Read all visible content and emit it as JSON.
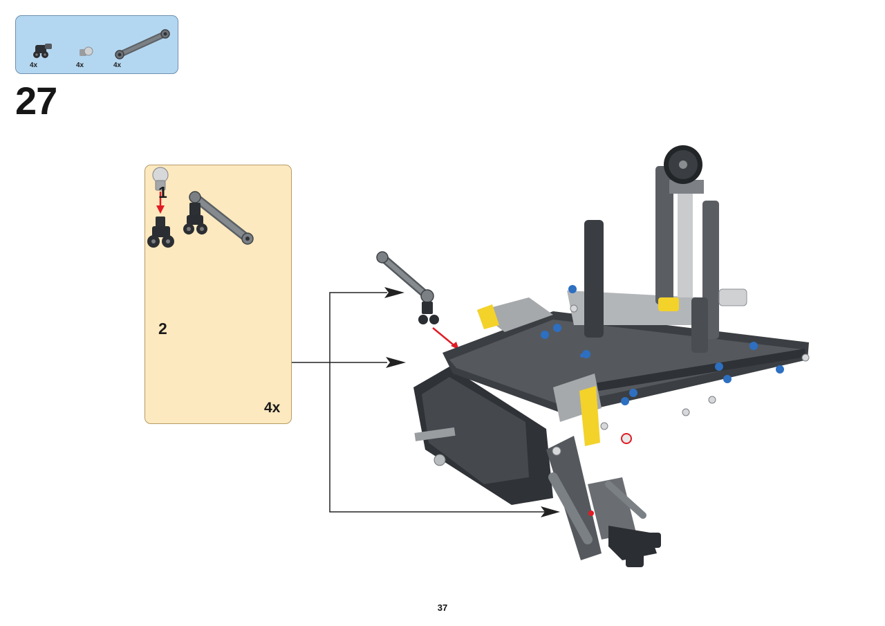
{
  "parts_list": {
    "items": [
      {
        "icon": "connector-hub-icon",
        "qty": "4x"
      },
      {
        "icon": "axle-pin-icon",
        "qty": "4x"
      },
      {
        "icon": "link-beam-icon",
        "qty": "4x"
      }
    ]
  },
  "step": {
    "number": "27"
  },
  "sub_assembly": {
    "steps": [
      {
        "number": "1",
        "icon": "pin-into-connector-icon"
      },
      {
        "number": "2",
        "icon": "link-with-connector-icon"
      }
    ],
    "multiplier": "4x"
  },
  "page": {
    "number": "37"
  },
  "colors": {
    "parts_box_bg": "#b4d7f1",
    "sub_box_bg": "#fde9bf",
    "part_dark": "#3a3d40",
    "part_gray": "#7b8085",
    "accent_yellow": "#f3d22a",
    "accent_blue": "#2d6fc1",
    "arrow_red": "#e01b24"
  }
}
